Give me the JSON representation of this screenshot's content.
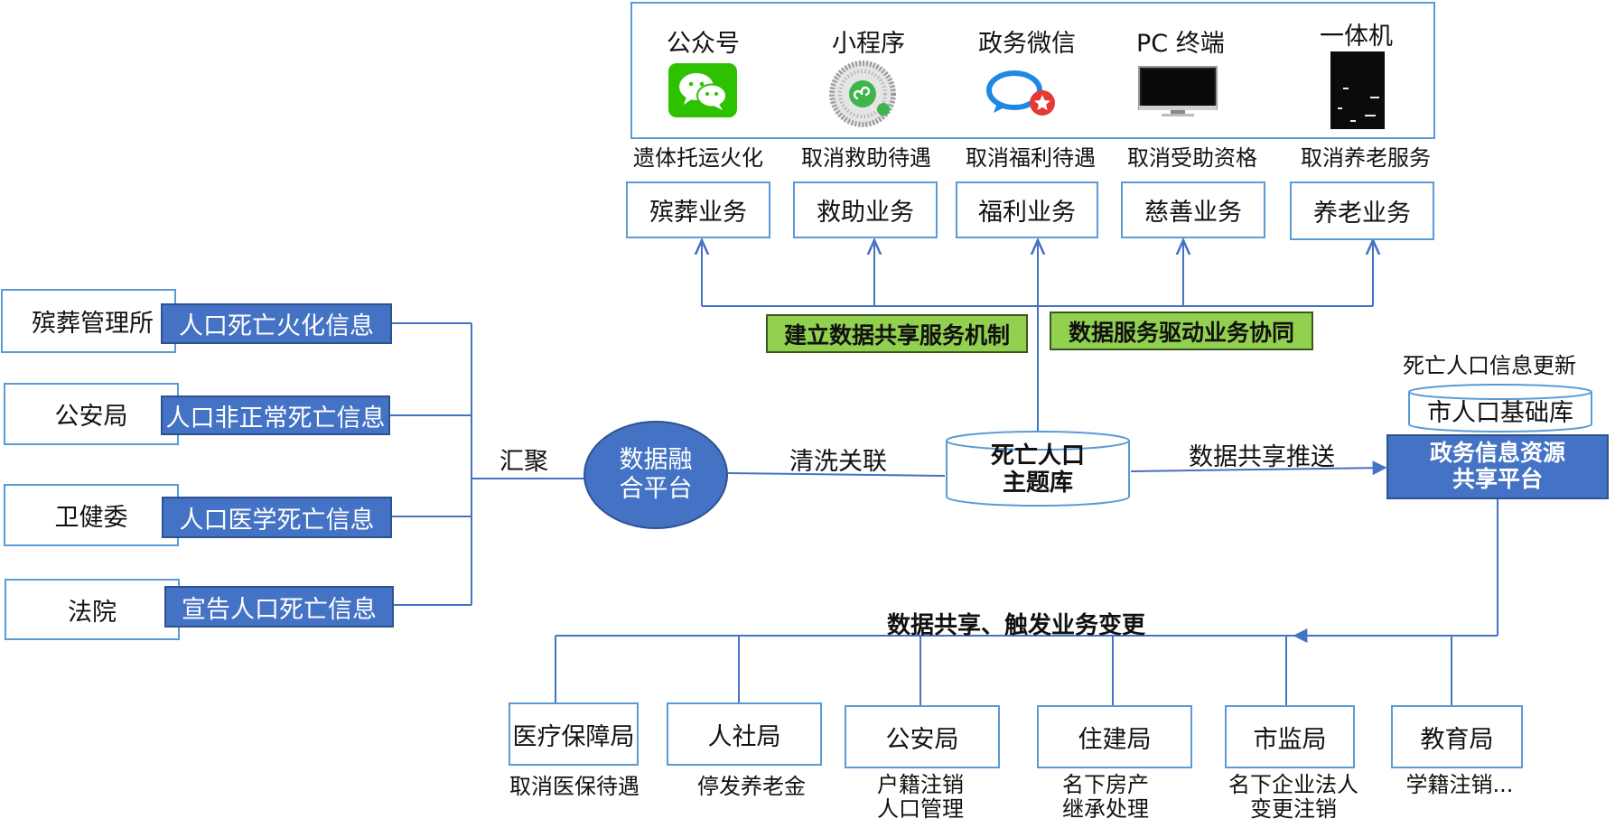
{
  "channels": {
    "items": [
      {
        "label": "公众号",
        "icon": "wechat-icon"
      },
      {
        "label": "小程序",
        "icon": "mini-program-qr-icon"
      },
      {
        "label": "政务微信",
        "icon": "gov-wechat-icon"
      },
      {
        "label": "PC 终端",
        "icon": "monitor-icon"
      },
      {
        "label": "一体机",
        "icon": "kiosk-icon"
      }
    ]
  },
  "actions_top": [
    "遗体托运火化",
    "取消救助待遇",
    "取消福利待遇",
    "取消受助资格",
    "取消养老服务"
  ],
  "services": [
    "殡葬业务",
    "救助业务",
    "福利业务",
    "慈善业务",
    "养老业务"
  ],
  "mechanisms": [
    "建立数据共享服务机制",
    "数据服务驱动业务协同"
  ],
  "sources": [
    {
      "org": "殡葬管理所",
      "info": "人口死亡火化信息"
    },
    {
      "org": "公安局",
      "info": "人口非正常死亡信息"
    },
    {
      "org": "卫健委",
      "info": "人口医学死亡信息"
    },
    {
      "org": "法院",
      "info": "宣告人口死亡信息"
    }
  ],
  "labels": {
    "aggregate": "汇聚",
    "cleanse": "清洗关联",
    "share_push": "数据共享推送",
    "update_note": "死亡人口信息更新",
    "trigger": "数据共享、触发业务变更"
  },
  "nodes": {
    "fusion": "数据融合平台",
    "theme_db": "死亡人口主题库",
    "city_db": "市人口基础库",
    "gov_platform": "政务信息资源共享平台"
  },
  "departments": [
    {
      "name": "医疗保障局",
      "action": "取消医保待遇"
    },
    {
      "name": "人社局",
      "action": "停发养老金"
    },
    {
      "name": "公安局",
      "action": "户籍注销\n人口管理"
    },
    {
      "name": "住建局",
      "action": "名下房产\n继承处理"
    },
    {
      "name": "市监局",
      "action": "名下企业法人\n变更注销"
    },
    {
      "name": "教育局",
      "action": "学籍注销..."
    }
  ],
  "colors": {
    "line": "#4472c4",
    "box_border": "#5b9bd5",
    "dark_fill": "#4472c4",
    "green_fill": "#92d050"
  }
}
